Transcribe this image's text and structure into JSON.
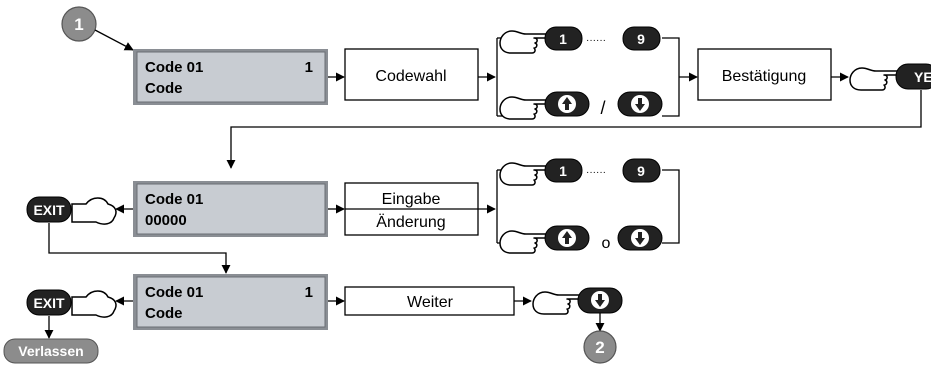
{
  "steps": {
    "start": "1",
    "end": "2"
  },
  "lcd1": {
    "line1": "Code 01",
    "value": "1",
    "line2": "Code"
  },
  "lcd2": {
    "line1": "Code 01",
    "line2": "00000"
  },
  "lcd3": {
    "line1": "Code 01",
    "value": "1",
    "line2": "Code"
  },
  "boxes": {
    "codewahl": "Codewahl",
    "bestaetigung": "Bestätigung",
    "eingabe": "Eingabe",
    "aenderung": "Änderung",
    "weiter": "Weiter"
  },
  "keys": {
    "one": "1",
    "nine": "9",
    "yes": "YES",
    "exit": "EXIT",
    "verlassen": "Verlassen"
  },
  "separators": {
    "dots": "······",
    "slash": "/",
    "oder": "o"
  },
  "colors": {
    "lcd_fill": "#c8ccd2",
    "badge": "#8c8c8c",
    "key_fill": "#222222"
  }
}
